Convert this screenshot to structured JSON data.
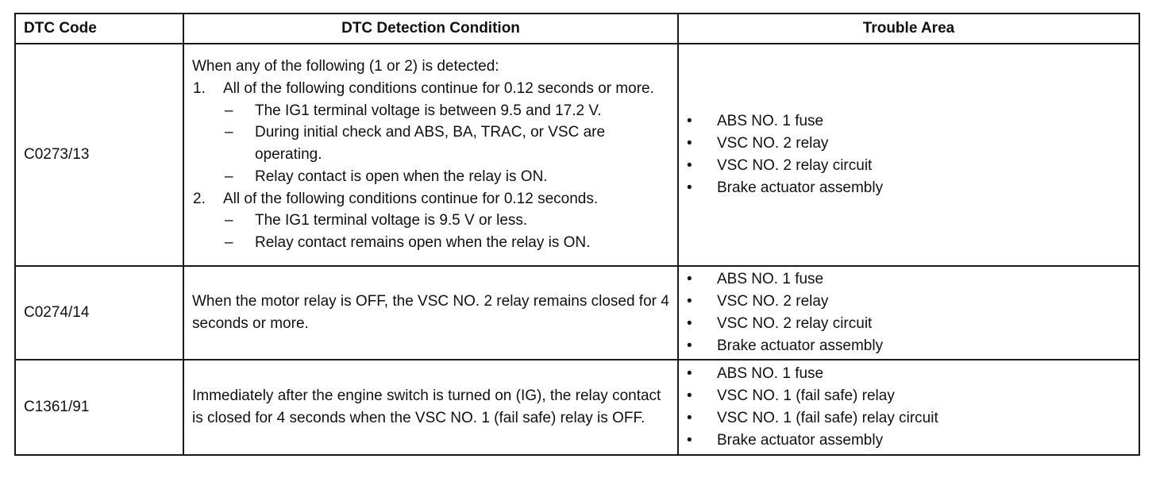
{
  "headers": {
    "code": "DTC Code",
    "condition": "DTC Detection Condition",
    "area": "Trouble Area"
  },
  "bullet_symbol": "•",
  "rows": [
    {
      "code": "C0273/13",
      "condition": {
        "intro": "When any of the following (1 or 2) is detected:",
        "items": [
          {
            "label": "1.",
            "text": "All of the following conditions continue for 0.12 seconds or more.",
            "subitems": [
              {
                "label": "–",
                "text": "The IG1 terminal voltage is between 9.5 and 17.2 V."
              },
              {
                "label": "–",
                "text": "During initial check and ABS, BA, TRAC, or VSC are operating."
              },
              {
                "label": "–",
                "text": "Relay contact is open when the relay is ON."
              }
            ]
          },
          {
            "label": "2.",
            "text": "All of the following conditions continue for 0.12 seconds.",
            "subitems": [
              {
                "label": "–",
                "text": "The IG1 terminal voltage is 9.5 V or less."
              },
              {
                "label": "–",
                "text": "Relay contact remains open when the relay is ON."
              }
            ]
          }
        ]
      },
      "areas": [
        "ABS NO. 1 fuse",
        "VSC NO. 2 relay",
        "VSC NO. 2 relay circuit",
        "Brake actuator assembly"
      ]
    },
    {
      "code": "C0274/14",
      "condition": {
        "intro": "When the motor relay is OFF, the VSC NO. 2 relay remains closed for 4 seconds or more."
      },
      "areas": [
        "ABS NO. 1 fuse",
        "VSC NO. 2 relay",
        "VSC NO. 2 relay circuit",
        "Brake actuator assembly"
      ]
    },
    {
      "code": "C1361/91",
      "condition": {
        "intro": "Immediately after the engine switch is turned on (IG), the relay contact is closed for 4 seconds when the VSC NO. 1 (fail safe) relay is OFF."
      },
      "areas": [
        "ABS NO. 1 fuse",
        "VSC NO. 1 (fail safe) relay",
        "VSC NO. 1 (fail safe) relay circuit",
        "Brake actuator assembly"
      ]
    }
  ]
}
